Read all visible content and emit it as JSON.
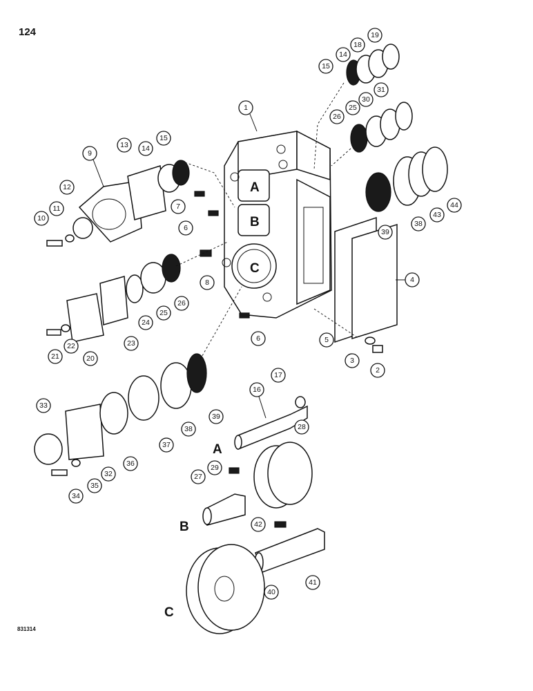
{
  "page": {
    "number": "124",
    "drawing_code": "831314"
  },
  "callouts": [
    "1",
    "2",
    "3",
    "4",
    "5",
    "6",
    "6",
    "7",
    "8",
    "9",
    "10",
    "11",
    "12",
    "13",
    "14",
    "14",
    "15",
    "15",
    "16",
    "17",
    "18",
    "19",
    "20",
    "21",
    "22",
    "23",
    "24",
    "25",
    "25",
    "26",
    "26",
    "27",
    "28",
    "29",
    "30",
    "31",
    "32",
    "33",
    "34",
    "35",
    "36",
    "37",
    "38",
    "38",
    "39",
    "39",
    "40",
    "41",
    "42",
    "43",
    "44"
  ],
  "section_letters": [
    "A",
    "B",
    "C",
    "A",
    "B",
    "C"
  ]
}
